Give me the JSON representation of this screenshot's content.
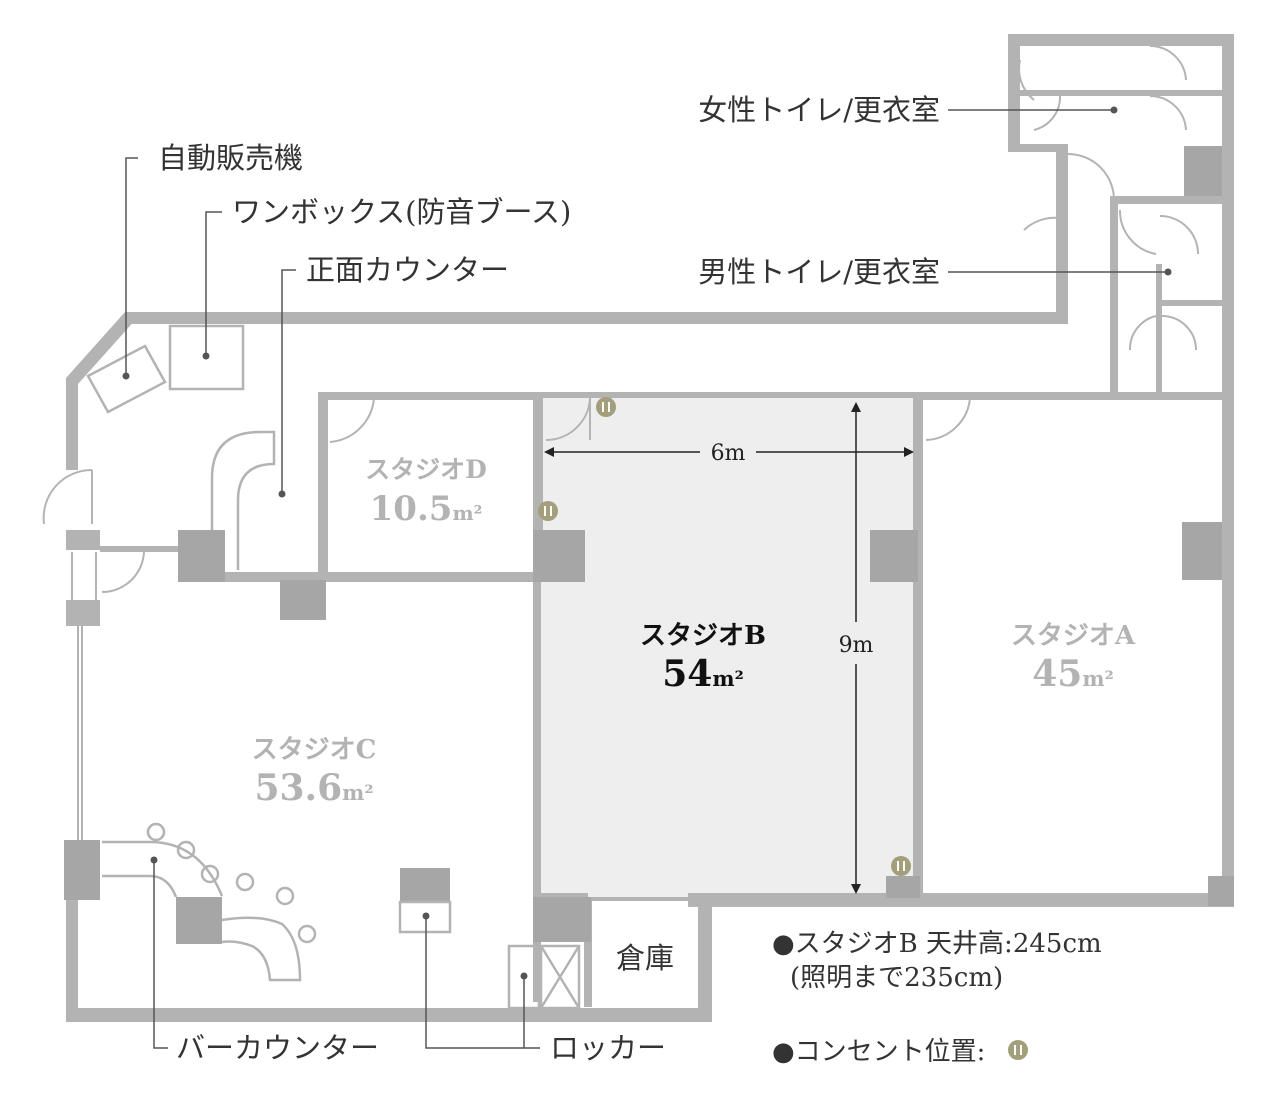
{
  "labels": {
    "vending": "自動販売機",
    "onebox": "ワンボックス(防音ブース)",
    "front_counter": "正面カウンター",
    "womens": "女性トイレ/更衣室",
    "mens": "男性トイレ/更衣室",
    "bar_counter": "バーカウンター",
    "locker": "ロッカー",
    "storage": "倉庫"
  },
  "rooms": {
    "a": {
      "name": "スタジオA",
      "area": "45",
      "unit": "m²"
    },
    "b": {
      "name": "スタジオB",
      "area": "54",
      "unit": "m²"
    },
    "c": {
      "name": "スタジオC",
      "area": "53.6",
      "unit": "m²"
    },
    "d": {
      "name": "スタジオD",
      "area": "10.5",
      "unit": "m²"
    }
  },
  "dimensions": {
    "width": "6m",
    "depth": "9m"
  },
  "notes": {
    "ceiling": "●スタジオB 天井高:245cm",
    "ceiling_sub": "(照明まで235cm)",
    "outlet": "●コンセント位置:"
  },
  "colors": {
    "wall": "#b3b3b3",
    "highlight": "#eeeeee",
    "outlet": "#a39f7a"
  },
  "icons": {
    "outlet": "outlet-icon"
  }
}
